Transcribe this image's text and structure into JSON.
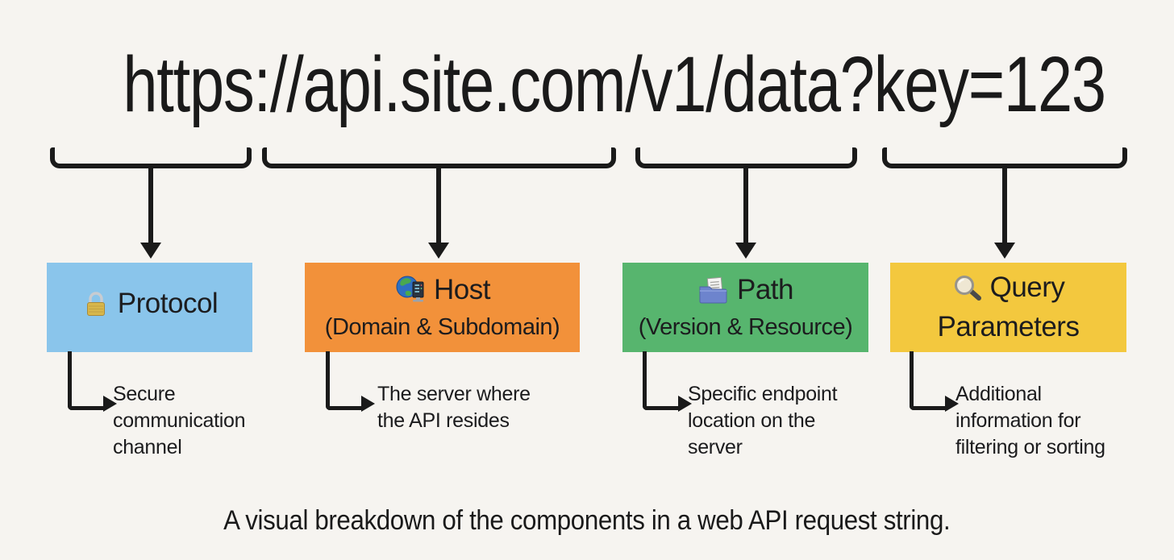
{
  "url": "https://api.site.com/v1/data?key=123",
  "caption": "A visual breakdown of the components in a web API request string.",
  "colors": {
    "background": "#f6f4f0",
    "ink": "#1a1a1a",
    "protocol_blue": "#8ac5eb",
    "host_orange": "#f2913a",
    "path_green": "#57b56e",
    "query_yellow": "#f3c83e"
  },
  "components": [
    {
      "title": "Protocol",
      "subtitle": "",
      "icon": "lock-icon",
      "color": "#8ac5eb",
      "description": "Secure\ncommunication\nchannel"
    },
    {
      "title": "Host",
      "subtitle": "(Domain & Subdomain)",
      "icon": "globe-server-icon",
      "color": "#f2913a",
      "description": "The server where\nthe API resides"
    },
    {
      "title": "Path",
      "subtitle": "(Version & Resource)",
      "icon": "folder-document-icon",
      "color": "#57b56e",
      "description": "Specific endpoint\nlocation on the\nserver"
    },
    {
      "title": "Query\nParameters",
      "subtitle": "",
      "icon": "magnifier-icon",
      "color": "#f3c83e",
      "description": "Additional\ninformation for\nfiltering or sorting"
    }
  ]
}
